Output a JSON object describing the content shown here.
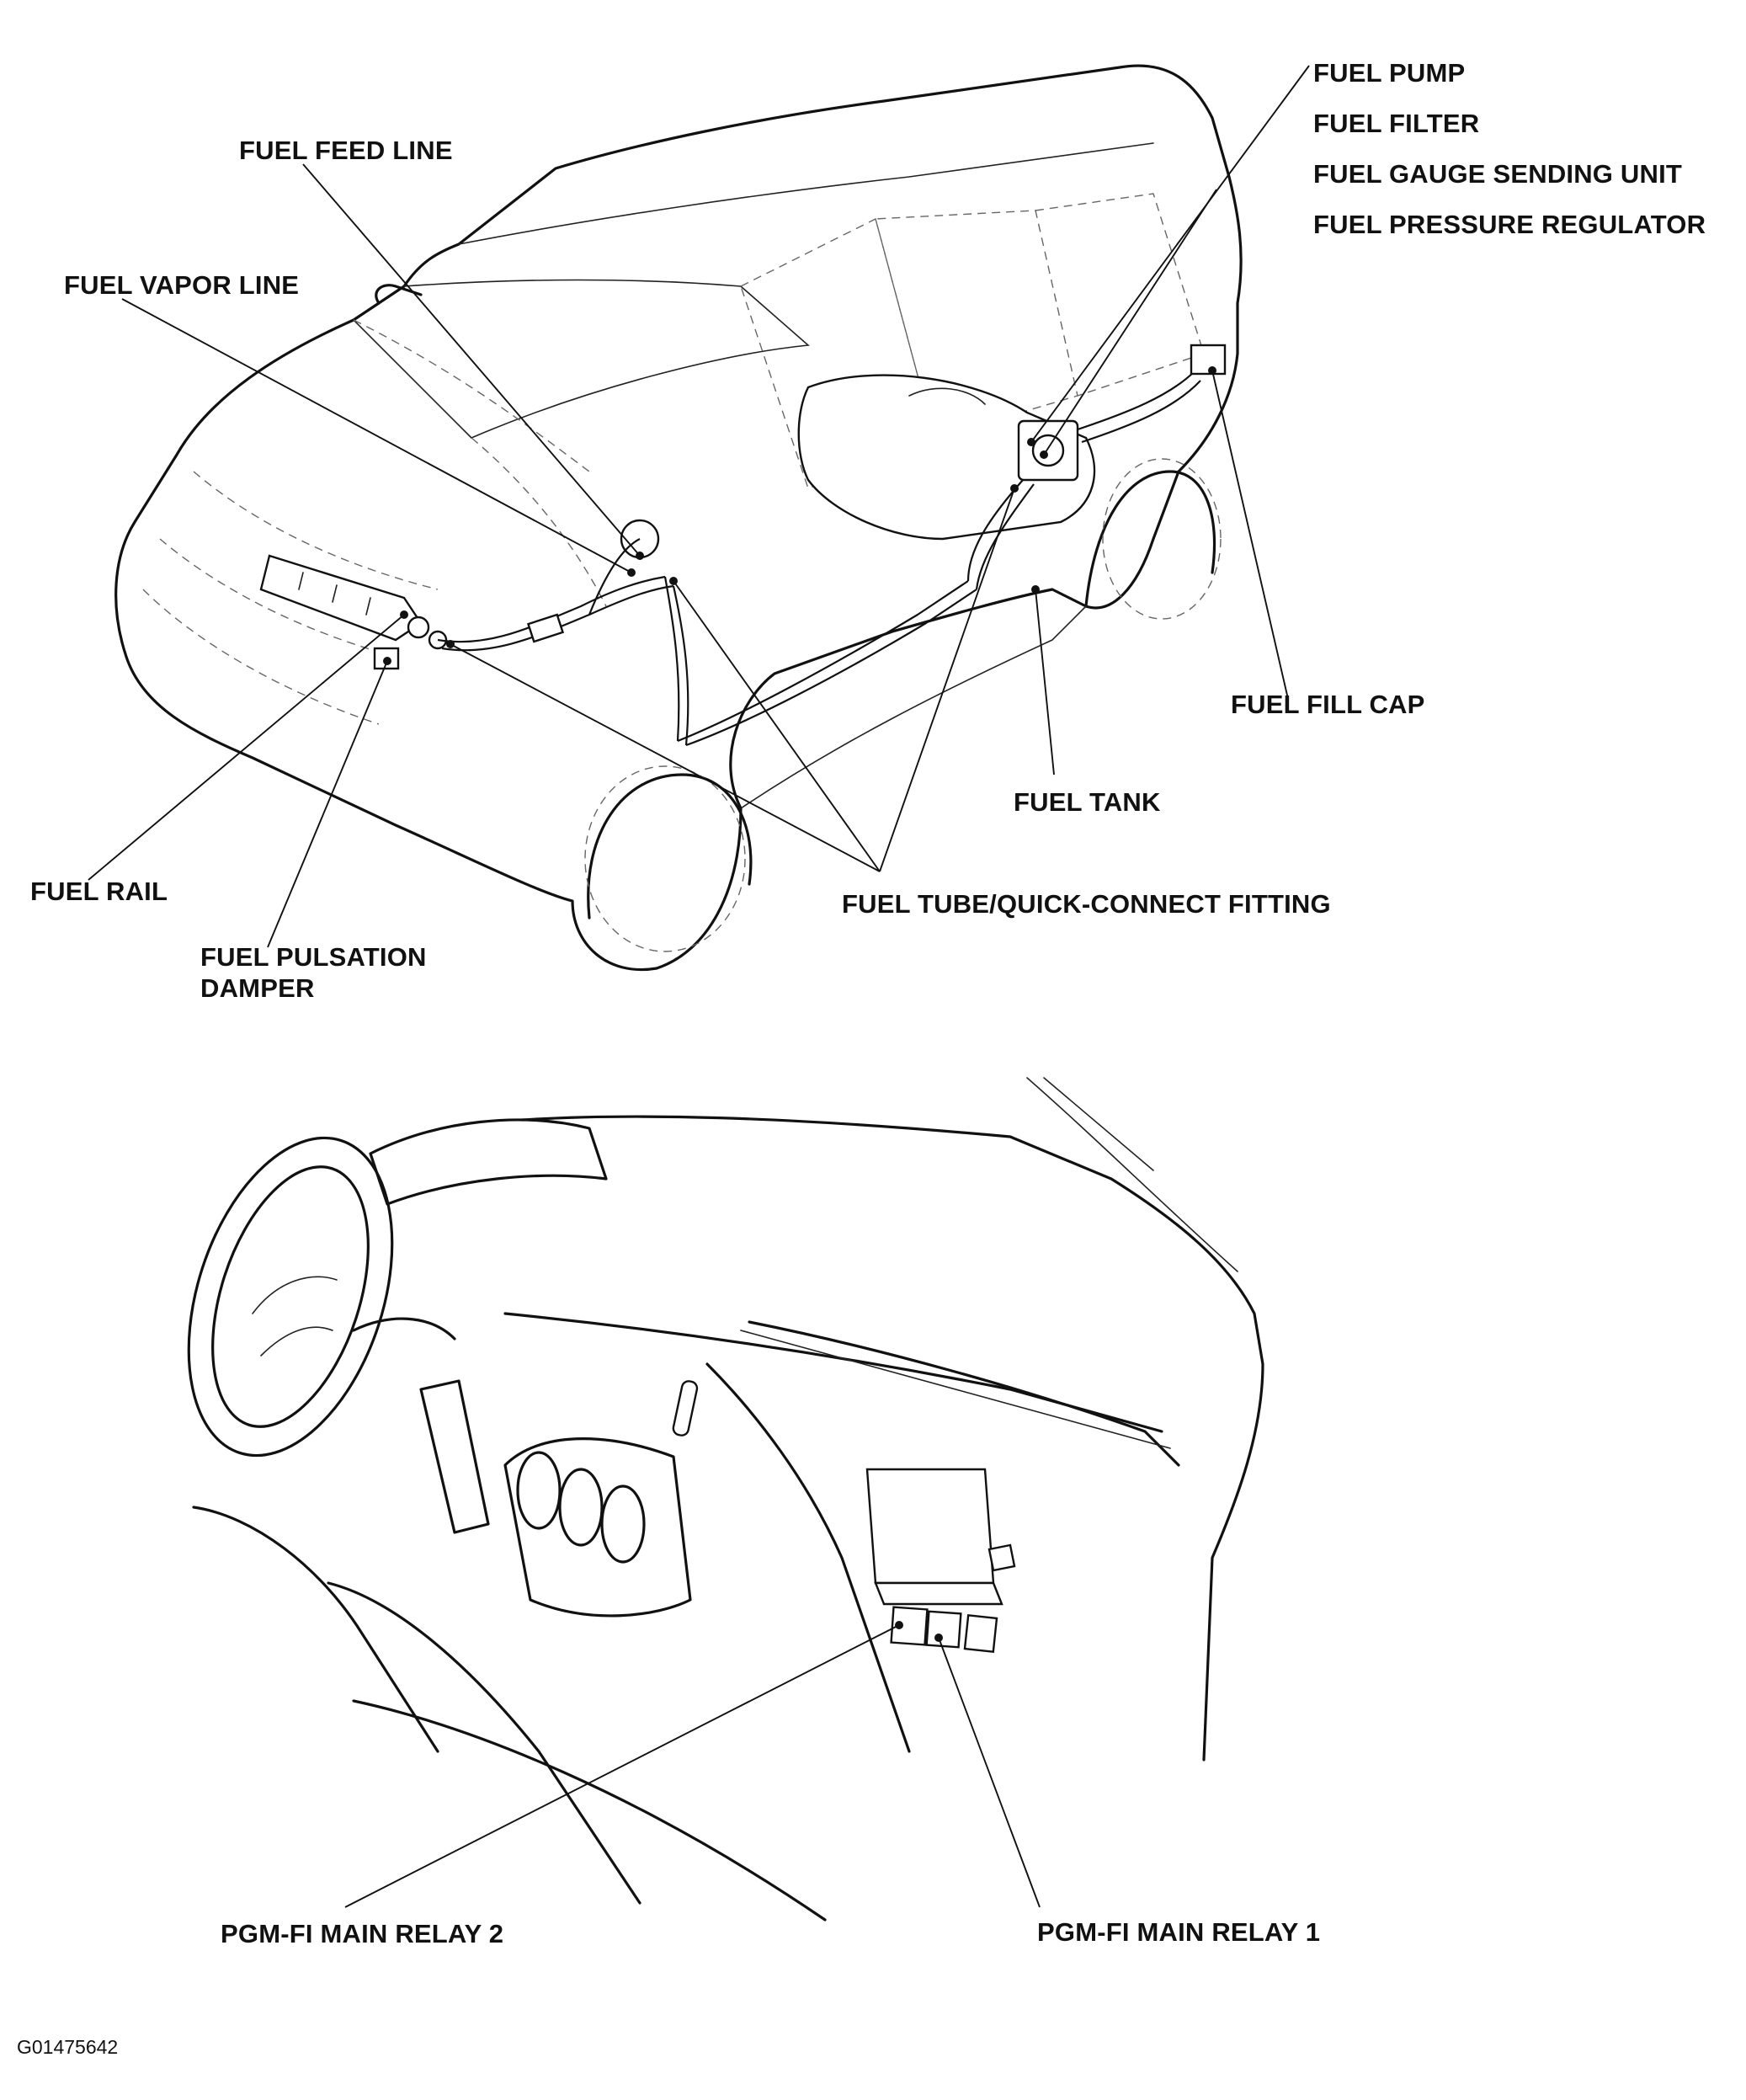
{
  "diagram": {
    "upper_labels": {
      "fuel_pump": "FUEL PUMP",
      "fuel_filter": "FUEL FILTER",
      "fuel_gauge_sending_unit": "FUEL GAUGE SENDING UNIT",
      "fuel_pressure_regulator": "FUEL PRESSURE REGULATOR",
      "fuel_feed_line": "FUEL FEED LINE",
      "fuel_vapor_line": "FUEL VAPOR LINE",
      "fuel_fill_cap": "FUEL FILL CAP",
      "fuel_tank": "FUEL TANK",
      "fuel_rail": "FUEL RAIL",
      "fuel_tube_quick_connect": "FUEL TUBE/QUICK-CONNECT FITTING",
      "fuel_pulsation_damper_line1": "FUEL PULSATION",
      "fuel_pulsation_damper_line2": "DAMPER"
    },
    "lower_labels": {
      "pgm_fi_main_relay_2": "PGM-FI MAIN RELAY 2",
      "pgm_fi_main_relay_1": "PGM-FI MAIN RELAY 1"
    },
    "figure_code": "G01475642"
  }
}
